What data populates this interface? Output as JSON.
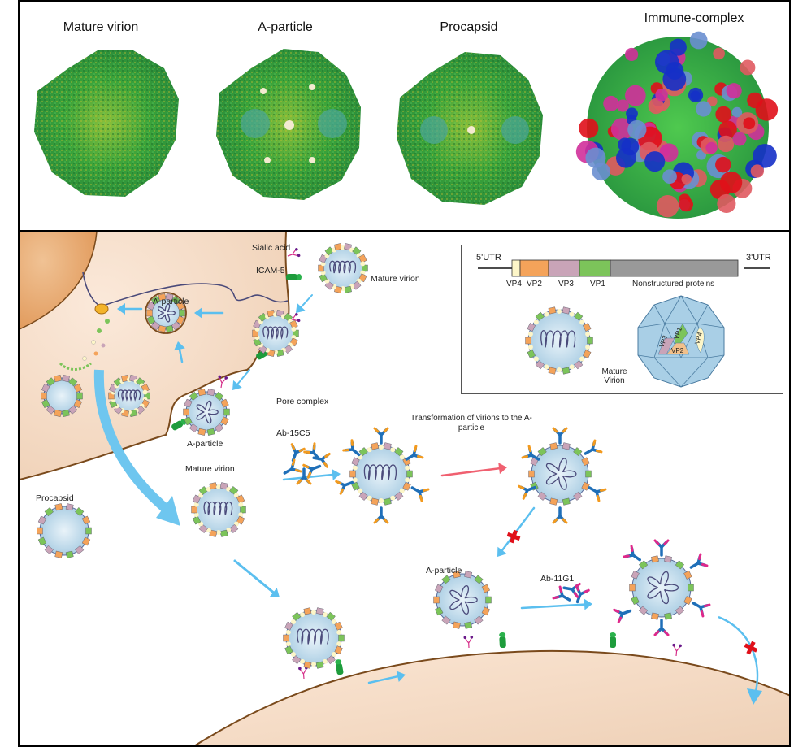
{
  "top_panel": {
    "structures": [
      {
        "title": "Mature virion",
        "type": "green-capsid"
      },
      {
        "title": "A-particle",
        "type": "green-capsid-expanded"
      },
      {
        "title": "Procapsid",
        "type": "green-capsid-empty"
      },
      {
        "title": "Immune-complex",
        "type": "antibody-decorated-capsid"
      }
    ]
  },
  "bottom_panel": {
    "labels": {
      "sialic_acid": "Sialic acid",
      "icam5": "ICAM-5",
      "mature_virion_entry": "Mature virion",
      "a_particle_endosome": "A-particle",
      "a_particle_membrane": "A-particle",
      "pore_complex": "Pore complex",
      "ab_15c5": "Ab-15C5",
      "transformation": "Transformation of virions to the A-particle",
      "mature_virion_center": "Mature virion",
      "procapsid": "Procapsid",
      "a_particle_bottom": "A-particle",
      "ab_11g1": "Ab-11G1"
    },
    "legend": {
      "utr5": "5'UTR",
      "utr3": "3'UTR",
      "genes": [
        {
          "name": "VP4",
          "color": "#fdf6c8"
        },
        {
          "name": "VP2",
          "color": "#f4a35a"
        },
        {
          "name": "VP3",
          "color": "#c9a4b8"
        },
        {
          "name": "VP1",
          "color": "#7cc45a"
        },
        {
          "name": "Nonstructured proteins",
          "color": "#999999"
        }
      ],
      "mature_virion_caption": "Mature Virion",
      "icosahedron_labels": [
        "VP3",
        "VP1",
        "VP2",
        "VP4"
      ]
    },
    "colors": {
      "cell": "#f4d9bf",
      "cell_border": "#7a4a1c",
      "nucleus": "#e9a870",
      "arrow": "#5bbfef",
      "arrow_red": "#f06070",
      "block_mark": "#e0101a",
      "antibody_heavy": "#1f6fb8",
      "antibody_15c5_tip": "#f39a1e",
      "antibody_11g1_tip": "#e0288a",
      "icam5": "#1e9c3c",
      "sialic": "#d62f8a"
    }
  }
}
